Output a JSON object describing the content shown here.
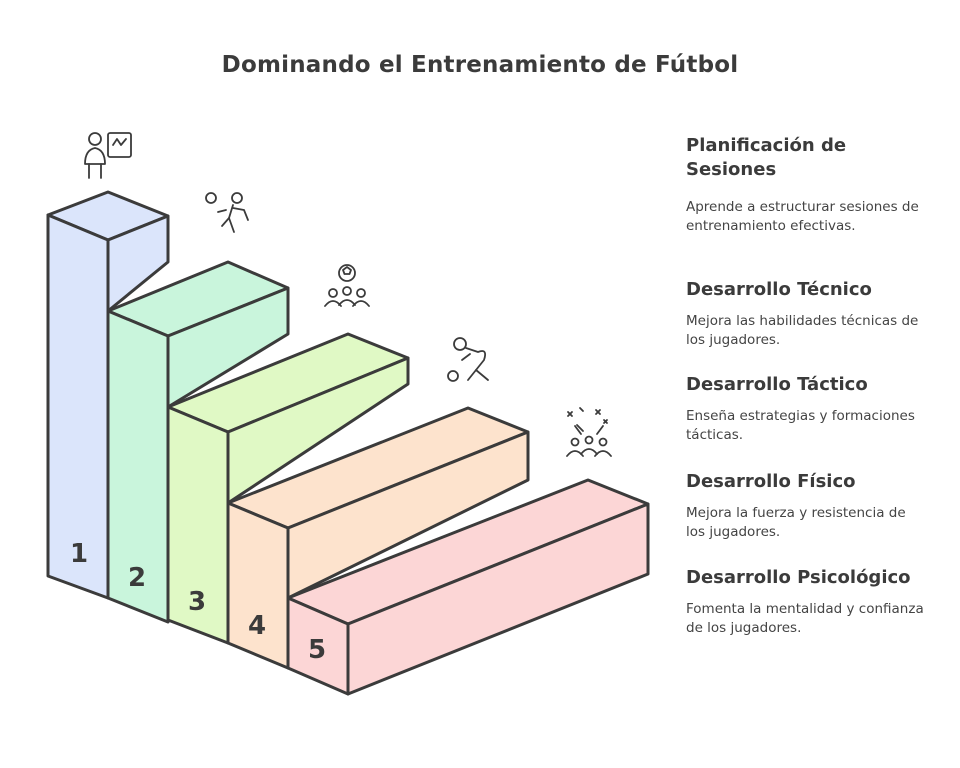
{
  "title": "Dominando el Entrenamiento de Fútbol",
  "steps": [
    {
      "number": "1",
      "color": "#dbe5fb",
      "icon": "coach-whiteboard-icon",
      "heading": "Planificación de Sesiones",
      "description": "Aprende a estructurar sesiones de entrenamiento efectivas."
    },
    {
      "number": "2",
      "color": "#c9f5dc",
      "icon": "player-kicking-ball-icon",
      "heading": "Desarrollo Técnico",
      "description": "Mejora las habilidades técnicas de los jugadores."
    },
    {
      "number": "3",
      "color": "#e0f9c5",
      "icon": "team-with-ball-icon",
      "heading": "Desarrollo Táctico",
      "description": "Enseña estrategias y formaciones tácticas."
    },
    {
      "number": "4",
      "color": "#fde3cd",
      "icon": "player-exercising-icon",
      "heading": "Desarrollo Físico",
      "description": "Mejora la fuerza y resistencia de los jugadores."
    },
    {
      "number": "5",
      "color": "#fcd6d6",
      "icon": "team-celebrating-icon",
      "heading": "Desarrollo Psicológico",
      "description": "Fomenta la mentalidad y confianza de los jugadores."
    }
  ]
}
